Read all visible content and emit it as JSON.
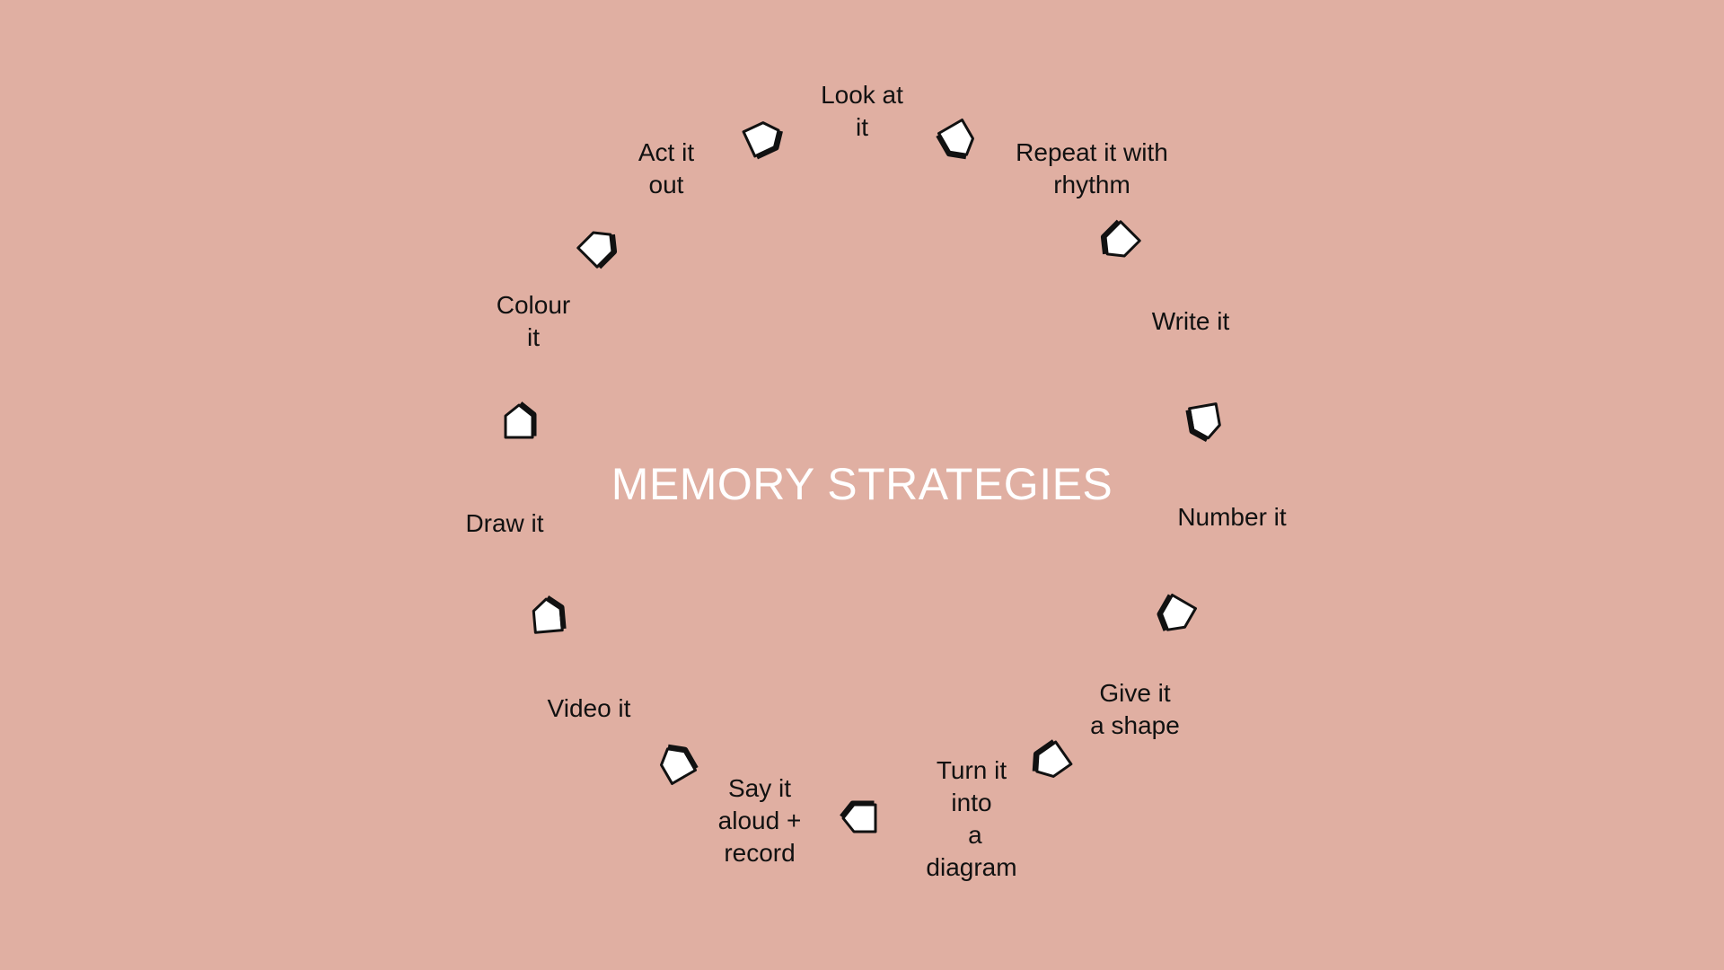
{
  "diagram": {
    "title": "MEMORY STRATEGIES",
    "steps": [
      {
        "label": "Look at\nit"
      },
      {
        "label": "Repeat it with\nrhythm"
      },
      {
        "label": "Write it"
      },
      {
        "label": "Number it"
      },
      {
        "label": "Give it\na shape"
      },
      {
        "label": "Turn it\ninto\n a\ndiagram"
      },
      {
        "label": "Say it\naloud +\nrecord"
      },
      {
        "label": "Video it"
      },
      {
        "label": "Draw it"
      },
      {
        "label": "Colour\nit"
      },
      {
        "label": "Act it\nout"
      }
    ],
    "colors": {
      "background": "#e0afa2",
      "title": "#ffffff",
      "arrow_fill": "#ffffff",
      "arrow_stroke": "#111111",
      "label_text": "#111111"
    },
    "arrow_icon": "pentagon-arrow-icon"
  }
}
